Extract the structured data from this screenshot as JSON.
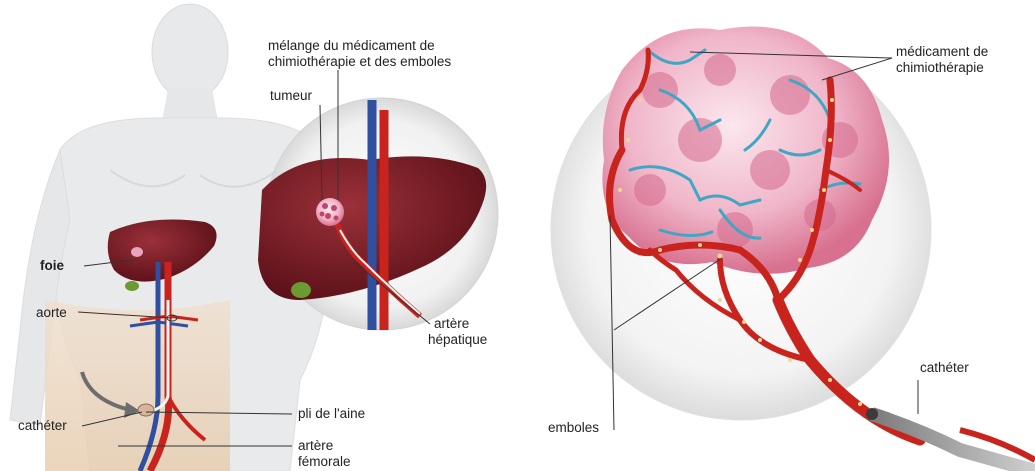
{
  "left_panel": {
    "foie": "foie",
    "aorte": "aorte",
    "catheter": "cathéter",
    "pli_aine": "pli de l'aine",
    "artere_femorale": [
      "artère",
      "fémorale"
    ]
  },
  "inset": {
    "melange": [
      "mélange du médicament de",
      "chimiothérapie et des emboles"
    ],
    "tumeur": "tumeur",
    "artere_hepatique": [
      "artère",
      "hépatique"
    ]
  },
  "right_panel": {
    "medicament": [
      "médicament de",
      "chimiothérapie"
    ],
    "catheter": "cathéter",
    "emboles": "emboles"
  },
  "colors": {
    "liver": "#7d1f28",
    "artery": "#c8241d",
    "vein": "#2f4fa0",
    "drug": "#3fa6c4",
    "tumor": "#e8a0b8",
    "body": "#e9eaec"
  }
}
